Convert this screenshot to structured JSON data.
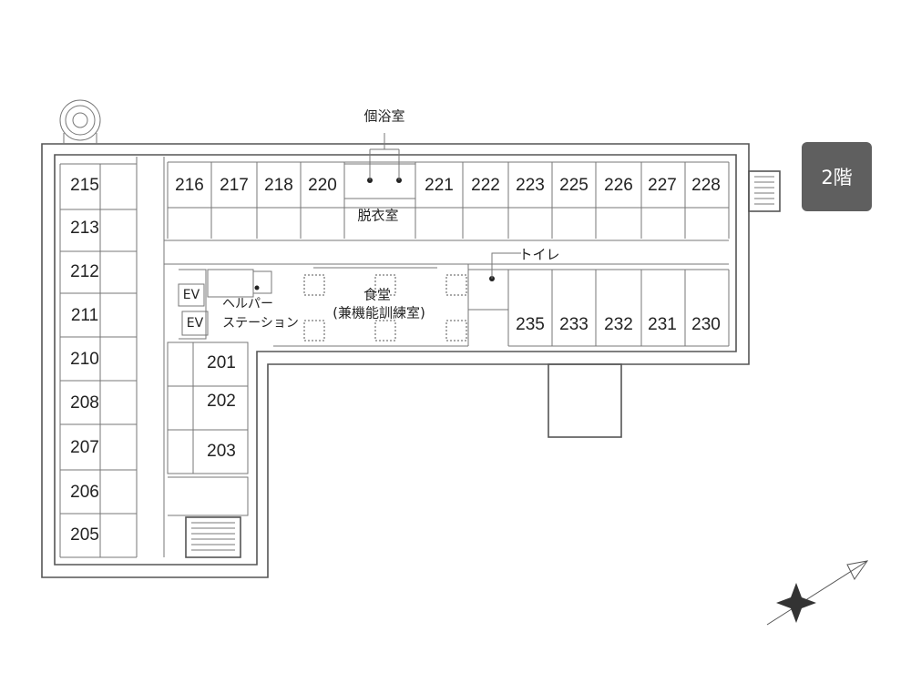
{
  "floor_badge": "2階",
  "rooms": [
    {
      "id": "r215",
      "label": "215"
    },
    {
      "id": "r213",
      "label": "213"
    },
    {
      "id": "r212",
      "label": "212"
    },
    {
      "id": "r211",
      "label": "211"
    },
    {
      "id": "r210",
      "label": "210"
    },
    {
      "id": "r208",
      "label": "208"
    },
    {
      "id": "r207",
      "label": "207"
    },
    {
      "id": "r206",
      "label": "206"
    },
    {
      "id": "r205",
      "label": "205"
    },
    {
      "id": "r216",
      "label": "216"
    },
    {
      "id": "r217",
      "label": "217"
    },
    {
      "id": "r218",
      "label": "218"
    },
    {
      "id": "r220",
      "label": "220"
    },
    {
      "id": "r221",
      "label": "221"
    },
    {
      "id": "r222",
      "label": "222"
    },
    {
      "id": "r223",
      "label": "223"
    },
    {
      "id": "r225",
      "label": "225"
    },
    {
      "id": "r226",
      "label": "226"
    },
    {
      "id": "r227",
      "label": "227"
    },
    {
      "id": "r228",
      "label": "228"
    },
    {
      "id": "r235",
      "label": "235"
    },
    {
      "id": "r233",
      "label": "233"
    },
    {
      "id": "r232",
      "label": "232"
    },
    {
      "id": "r231",
      "label": "231"
    },
    {
      "id": "r230",
      "label": "230"
    },
    {
      "id": "r201",
      "label": "201"
    },
    {
      "id": "r202",
      "label": "202"
    },
    {
      "id": "r203",
      "label": "203"
    }
  ],
  "labels": {
    "private_bath": "個浴室",
    "dressing_room": "脱衣室",
    "toilet": "トイレ",
    "dining": "食堂",
    "dining_sub": "(兼機能訓練室)",
    "helper_1": "ヘルパー",
    "helper_2": "ステーション",
    "ev_1": "EV",
    "ev_2": "EV"
  },
  "colors": {
    "badge_bg": "#5f5f5f",
    "wall": "#555555",
    "text": "#222222"
  }
}
